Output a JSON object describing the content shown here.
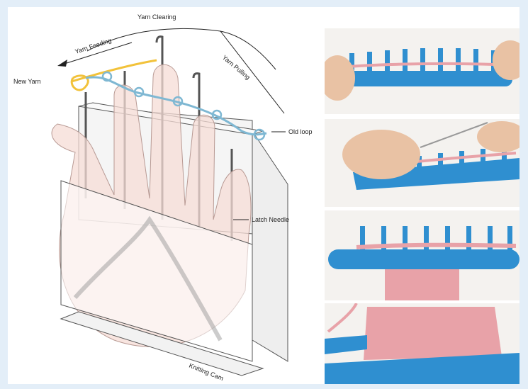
{
  "labels": {
    "yarn_clearing": "Yarn Clearing",
    "yarn_feeding": "Yarn Feeding",
    "yarn_pulling": "Yarn Pulling",
    "new_yarn": "New Yarn",
    "old_loop": "Old loop",
    "latch_needle": "Latch Needle",
    "knitting_cam": "Knitting Cam"
  },
  "photos": [
    {
      "id": "photo-loom-hands"
    },
    {
      "id": "photo-loom-hook"
    },
    {
      "id": "photo-loom-knitted-panel"
    },
    {
      "id": "photo-loom-closeup"
    }
  ],
  "colors": {
    "hand_fill": "#f6dcd6",
    "loom_blue": "#2f8fd0",
    "yarn_pink": "#e8a2a8",
    "new_yarn": "#f2c23a",
    "old_loop": "#7fb8d3"
  }
}
